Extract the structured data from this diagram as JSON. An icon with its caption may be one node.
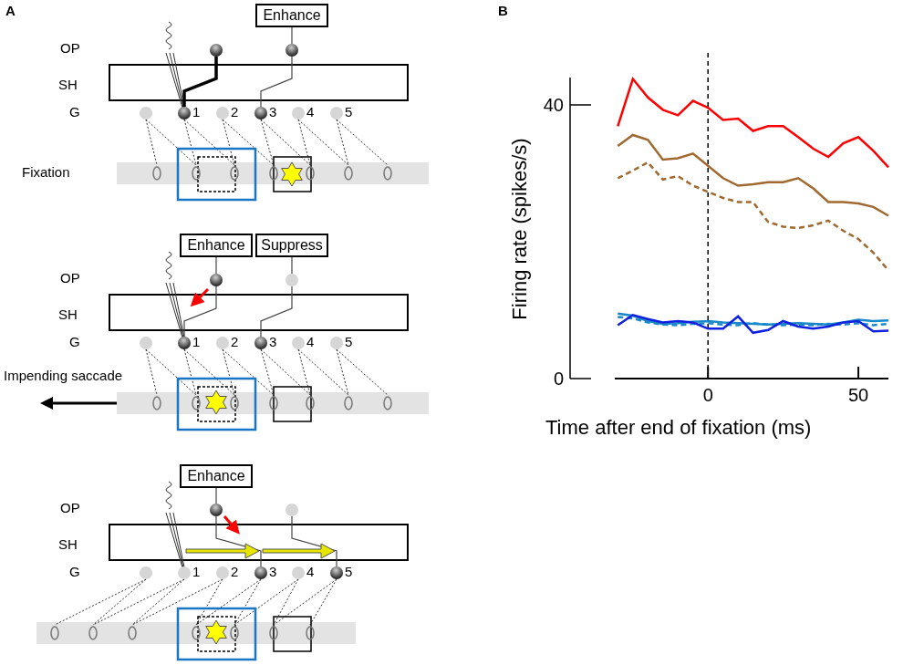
{
  "diagram": {
    "nodes": [
      {
        "text": [
          "Enhance"
        ]
      },
      {
        "text": [],
        "shape": "circle"
      },
      {
        "text": [],
        "shape": "circle"
      },
      {
        "text": [],
        "shape": "circle"
      },
      {
        "text": [],
        "shape": "circle",
        "beside": [
          "1"
        ]
      },
      {
        "text": [],
        "shape": "circle",
        "beside": [
          "2"
        ]
      },
      {
        "text": [],
        "shape": "circle",
        "beside": [
          "3"
        ]
      },
      {
        "text": [],
        "shape": "circle",
        "beside": [
          "4"
        ]
      },
      {
        "text": [],
        "shape": "circle",
        "beside": [
          "5"
        ]
      },
      {
        "text": [
          "Enhance"
        ]
      },
      {
        "text": [
          "Suppress"
        ]
      },
      {
        "text": [],
        "shape": "circle"
      },
      {
        "text": [],
        "shape": "circle"
      },
      {
        "text": [],
        "shape": "circle"
      },
      {
        "text": [],
        "shape": "circle",
        "beside": [
          "1"
        ]
      },
      {
        "text": [],
        "shape": "circle",
        "beside": [
          "2"
        ]
      },
      {
        "text": [],
        "shape": "circle",
        "beside": [
          "3"
        ]
      },
      {
        "text": [],
        "shape": "circle",
        "beside": [
          "4"
        ]
      },
      {
        "text": [],
        "shape": "circle",
        "beside": [
          "5"
        ]
      },
      {
        "text": [
          "Enhance"
        ]
      },
      {
        "text": [],
        "shape": "circle"
      },
      {
        "text": [],
        "shape": "circle"
      },
      {
        "text": [],
        "shape": "circle"
      },
      {
        "text": [],
        "shape": "circle",
        "beside": [
          "1"
        ]
      },
      {
        "text": [],
        "shape": "circle",
        "beside": [
          "2"
        ]
      },
      {
        "text": [],
        "shape": "circle",
        "beside": [
          "3"
        ]
      },
      {
        "text": [],
        "shape": "circle",
        "beside": [
          "4"
        ]
      },
      {
        "text": [],
        "shape": "circle",
        "beside": [
          "5"
        ]
      }
    ],
    "edges": [
      {
        "from": 0,
        "to": 2,
        "arrow": "none"
      },
      {
        "from": 1,
        "to": 4,
        "arrow": "none",
        "style": "thick"
      },
      {
        "from": 2,
        "to": 6,
        "arrow": "none"
      },
      {
        "from": 9,
        "to": 11,
        "arrow": "none"
      },
      {
        "from": 10,
        "to": 12,
        "arrow": "none"
      },
      {
        "from": 11,
        "to": 14,
        "arrow": "none"
      },
      {
        "from": 12,
        "to": 16,
        "arrow": "none"
      },
      {
        "from": 19,
        "to": 20,
        "arrow": "none"
      },
      {
        "from": 20,
        "to": 25,
        "arrow": "none"
      },
      {
        "from": 21,
        "to": 27,
        "arrow": "none"
      },
      {
        "from": 23,
        "to": 25,
        "arrow": "to",
        "style": "thick",
        "color": "#e6e600"
      },
      {
        "from": 25,
        "to": 27,
        "arrow": "to",
        "style": "thick",
        "color": "#e6e600"
      }
    ],
    "labels": [
      "A",
      "B",
      "OP",
      "SH",
      "G",
      "Fixation",
      "OP",
      "SH",
      "G",
      "Impending saccade",
      "OP",
      "SH",
      "G"
    ],
    "chart_data": {
      "type": "line",
      "xlabel": "Time after end of fixation (ms)",
      "ylabel": "Firing rate (spikes/s)",
      "x": [
        -30,
        -25,
        -20,
        -15,
        -10,
        -5,
        0,
        5,
        10,
        15,
        20,
        25,
        30,
        35,
        40,
        45,
        50,
        55,
        60
      ],
      "xlim": [
        -31,
        60
      ],
      "ylim": [
        0,
        44
      ],
      "xticks": [
        0,
        50
      ],
      "yticks": [
        0,
        40
      ],
      "series": [
        {
          "color": "#ff0000",
          "values": [
            36.9,
            43.8,
            41.1,
            39.3,
            38.5,
            40.6,
            39.6,
            37.8,
            38,
            36.2,
            36.9,
            36.9,
            35.3,
            33.6,
            32.4,
            34.4,
            35.3,
            33.3,
            30.9
          ]
        },
        {
          "color": "#a0692f",
          "values": [
            34,
            35.6,
            34.9,
            32,
            32.2,
            32.9,
            31.1,
            29.3,
            28.2,
            28.4,
            28.7,
            28.7,
            29.3,
            27.8,
            25.8,
            25.8,
            25.6,
            25.1,
            23.8
          ]
        },
        {
          "color": "#a0692f",
          "line_style": "dashed",
          "values": [
            29.3,
            30.4,
            31.6,
            29.1,
            29.6,
            28.2,
            27.3,
            26.4,
            25.8,
            25.8,
            22.9,
            22.2,
            22,
            22.4,
            23.1,
            21.6,
            20.4,
            18.4,
            15.8
          ]
        },
        {
          "color": "#1a88c8",
          "values": [
            9.5,
            9.2,
            8.4,
            8,
            8.1,
            8.3,
            8.4,
            8.2,
            8.1,
            8,
            7.9,
            8,
            8.1,
            8,
            7.9,
            8.2,
            8.6,
            8.4,
            8.5
          ]
        },
        {
          "color": "#1a88c8",
          "line_style": "dashed",
          "values": [
            9,
            8.8,
            8.2,
            7.9,
            7.8,
            8,
            8.1,
            7.9,
            7.8,
            8.1,
            7.9,
            7.8,
            7.9,
            7.8,
            8,
            7.9,
            8.1,
            7.8,
            8
          ]
        },
        {
          "color": "#1020e0",
          "values": [
            7.8,
            9.3,
            8.7,
            8.2,
            8.4,
            8.2,
            7.3,
            7.3,
            9.1,
            6.7,
            7.1,
            8.4,
            7.6,
            7.3,
            7.6,
            8.2,
            8.4,
            6.9,
            7
          ]
        }
      ]
    }
  }
}
